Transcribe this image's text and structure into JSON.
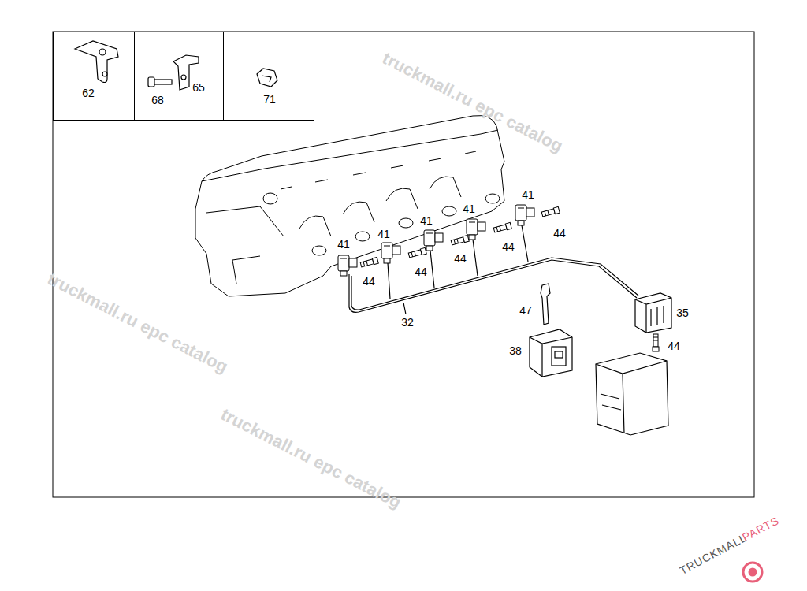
{
  "diagram": {
    "nodes": [
      {
        "text": [
          "62"
        ]
      },
      {
        "text": [
          "68",
          "65"
        ]
      },
      {
        "text": [
          "71"
        ]
      }
    ],
    "labels": [
      "41",
      "41",
      "41",
      "41",
      "41",
      "44",
      "44",
      "44",
      "44",
      "44",
      "44",
      "32",
      "47",
      "35",
      "38",
      "truckmall.ru epc catalog",
      "truckmall.ru epc catalog",
      "truckmall.ru epc catalog",
      "TRUCKMALL",
      "PARTS"
    ]
  }
}
